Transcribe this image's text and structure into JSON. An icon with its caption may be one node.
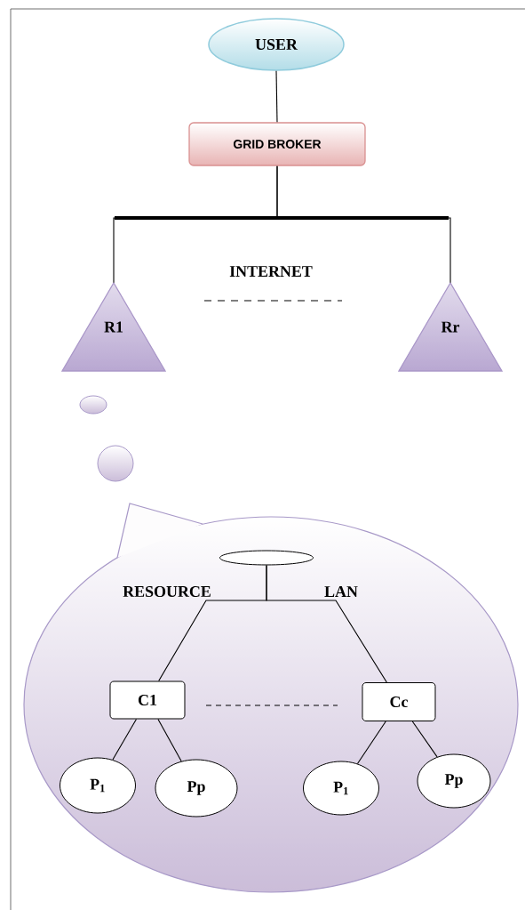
{
  "diagram": {
    "nodes": [
      {
        "text": [
          "USER"
        ]
      },
      {
        "text": [
          "GRID BROKER"
        ]
      },
      {
        "text": [
          "R1"
        ]
      },
      {
        "text": [
          "Rr"
        ]
      },
      {
        "text": [],
        "shape": "cloud"
      },
      {
        "text": [],
        "shape": "ellipse",
        "in": 4
      },
      {
        "text": [
          "C1"
        ],
        "in": 4
      },
      {
        "text": [
          "Cc"
        ],
        "in": 4
      },
      {
        "text": [
          "P$_{1}$"
        ],
        "in": 4
      },
      {
        "text": [
          "Pp"
        ],
        "in": 4
      },
      {
        "text": [
          "P$_{1}$"
        ],
        "in": 4
      },
      {
        "text": [
          "Pp"
        ],
        "in": 4
      }
    ],
    "edges": [
      {
        "from": 0,
        "to": 1,
        "arrow": "none"
      },
      {
        "from": 1,
        "to": 2,
        "arrow": "none"
      },
      {
        "from": 1,
        "to": 3,
        "arrow": "none"
      },
      {
        "from": 5,
        "to": 6,
        "arrow": "none"
      },
      {
        "from": 5,
        "to": 7,
        "arrow": "none"
      },
      {
        "from": 6,
        "to": 8,
        "arrow": "none"
      },
      {
        "from": 6,
        "to": 9,
        "arrow": "none"
      },
      {
        "from": 7,
        "to": 10,
        "arrow": "none"
      },
      {
        "from": 7,
        "to": 11,
        "arrow": "none"
      }
    ],
    "labels": [
      "INTERNET",
      "RESOURCE",
      "LAN"
    ]
  }
}
